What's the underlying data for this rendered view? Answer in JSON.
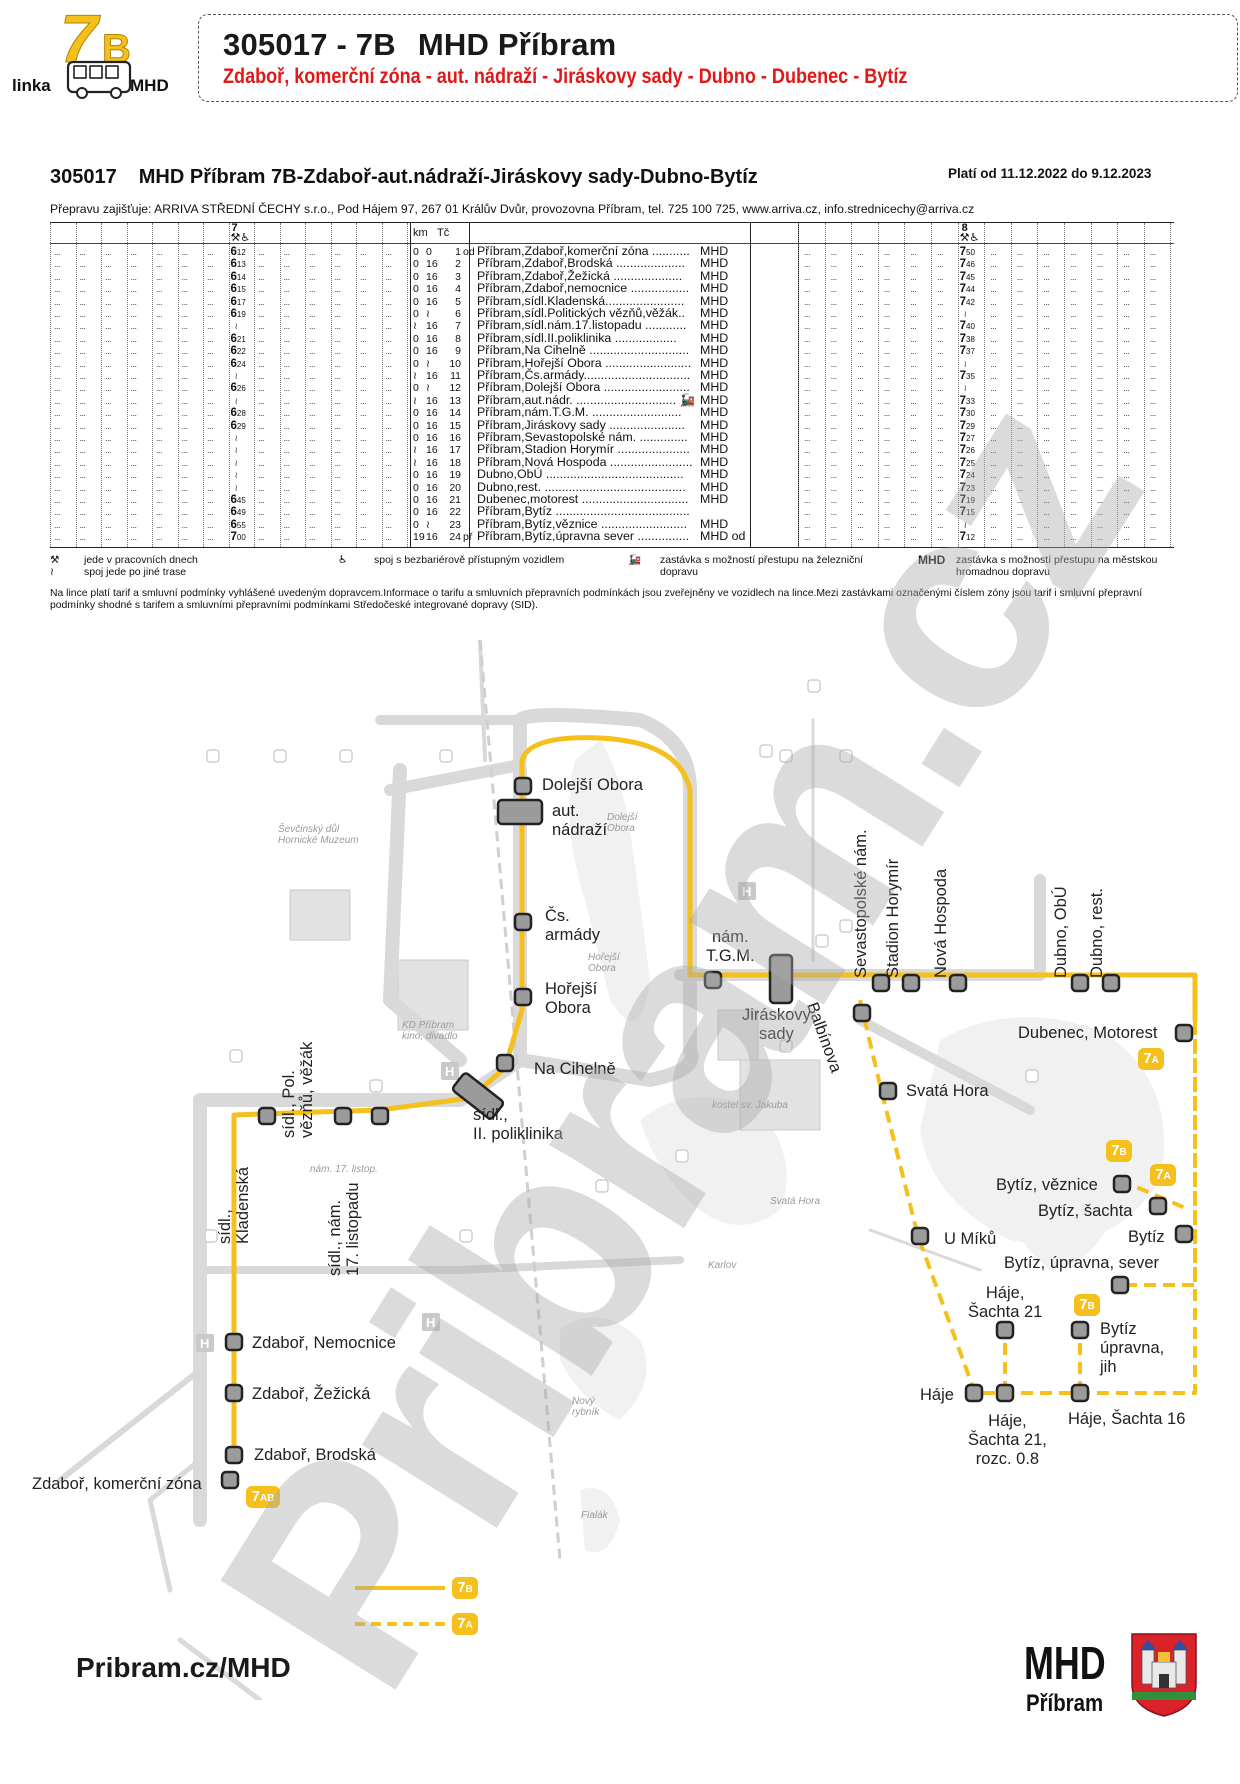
{
  "logo": {
    "line_number": "7B",
    "linka": "linka",
    "mhd": "MHD"
  },
  "header": {
    "title_code": "305017 - 7B",
    "title_name": "MHD Příbram",
    "route": "Zdaboř, komerční zóna - aut. nádraží - Jiráskovy sady - Dubno - Dubenec - Bytíz"
  },
  "timetable": {
    "code": "305017",
    "title": "MHD Příbram 7B-Zdaboř-aut.nádraží-Jiráskovy sady-Dubno-Bytíz",
    "validity": "Platí od 11.12.2022 do 9.12.2023",
    "carrier": "Přepravu zajišťuje:  ARRIVA STŘEDNÍ ČECHY s.r.o., Pod Hájem 97, 267 01 Králův Dvůr, provozovna Příbram, tel. 725 100 725, www.arriva.cz, info.strednicechy@arriva.cz",
    "col_km": "km",
    "col_tc": "Tč",
    "trip_left_number": "7",
    "trip_right_number": "8",
    "trip_symbols": "⚒♿",
    "dots": "...",
    "left_hours": "6",
    "right_hours": "7",
    "stops": [
      {
        "km": "0",
        "z": "0",
        "tc": "1",
        "flag": "od",
        "name": "Příbram,Zdaboř,komerční zóna ...........",
        "mhd": "MHD",
        "t1": "6",
        "m1": "12",
        "t2": "7",
        "m2": "50"
      },
      {
        "km": "0",
        "z": "16",
        "tc": "2",
        "flag": "",
        "name": "Příbram,Zdaboř,Brodská ....................",
        "mhd": "MHD",
        "t1": "6",
        "m1": "13",
        "t2": "7",
        "m2": "46"
      },
      {
        "km": "0",
        "z": "16",
        "tc": "3",
        "flag": "",
        "name": "Příbram,Zdaboř,Žežická ....................",
        "mhd": "MHD",
        "t1": "6",
        "m1": "14",
        "t2": "7",
        "m2": "45"
      },
      {
        "km": "0",
        "z": "16",
        "tc": "4",
        "flag": "",
        "name": "Příbram,Zdaboř,nemocnice .................",
        "mhd": "MHD",
        "t1": "6",
        "m1": "15",
        "t2": "7",
        "m2": "44"
      },
      {
        "km": "0",
        "z": "16",
        "tc": "5",
        "flag": "",
        "name": "Příbram,sídl.Kladenská.......................",
        "mhd": "MHD",
        "t1": "6",
        "m1": "17",
        "t2": "7",
        "m2": "42"
      },
      {
        "km": "0",
        "z": "",
        "tc": "6",
        "flag": "",
        "name": "Příbram,sídl.Politických vězňů,věžák..",
        "mhd": "MHD",
        "t1": "6",
        "m1": "19",
        "t2": "",
        "m2": ""
      },
      {
        "km": "",
        "z": "16",
        "tc": "7",
        "flag": "",
        "name": "Příbram,sídl.nám.17.listopadu ............",
        "mhd": "MHD",
        "t1": "",
        "m1": "",
        "t2": "7",
        "m2": "40"
      },
      {
        "km": "0",
        "z": "16",
        "tc": "8",
        "flag": "",
        "name": "Příbram,sídl.II.poliklinika ..................",
        "mhd": "MHD",
        "t1": "6",
        "m1": "21",
        "t2": "7",
        "m2": "38"
      },
      {
        "km": "0",
        "z": "16",
        "tc": "9",
        "flag": "",
        "name": "Příbram,Na Cihelně .............................",
        "mhd": "MHD",
        "t1": "6",
        "m1": "22",
        "t2": "7",
        "m2": "37"
      },
      {
        "km": "0",
        "z": "",
        "tc": "10",
        "flag": "",
        "name": "Příbram,Hořejší Obora .........................",
        "mhd": "MHD",
        "t1": "6",
        "m1": "24",
        "t2": "",
        "m2": ""
      },
      {
        "km": "",
        "z": "16",
        "tc": "11",
        "flag": "",
        "name": "Příbram,Čs.armády...............................",
        "mhd": "MHD",
        "t1": "",
        "m1": "",
        "t2": "7",
        "m2": "35"
      },
      {
        "km": "0",
        "z": "",
        "tc": "12",
        "flag": "",
        "name": "Příbram,Dolejší Obora .........................",
        "mhd": "MHD",
        "t1": "6",
        "m1": "26",
        "t2": "",
        "m2": ""
      },
      {
        "km": "",
        "z": "16",
        "tc": "13",
        "flag": "",
        "name": "Příbram,aut.nádr. ............................. 🚂",
        "mhd": "MHD",
        "t1": "",
        "m1": "",
        "t2": "7",
        "m2": "33"
      },
      {
        "km": "0",
        "z": "16",
        "tc": "14",
        "flag": "",
        "name": "Příbram,nám.T.G.M. ..........................",
        "mhd": "MHD",
        "t1": "6",
        "m1": "28",
        "t2": "7",
        "m2": "30"
      },
      {
        "km": "0",
        "z": "16",
        "tc": "15",
        "flag": "",
        "name": "Příbram,Jiráskovy sady ......................",
        "mhd": "MHD",
        "t1": "6",
        "m1": "29",
        "t2": "7",
        "m2": "29"
      },
      {
        "km": "0",
        "z": "16",
        "tc": "16",
        "flag": "",
        "name": "Příbram,Sevastopolské nám. ..............",
        "mhd": "MHD",
        "t1": "",
        "m1": "",
        "t2": "7",
        "m2": "27"
      },
      {
        "km": "",
        "z": "16",
        "tc": "17",
        "flag": "",
        "name": "Příbram,Stadion Horymír .....................",
        "mhd": "MHD",
        "t1": "",
        "m1": "",
        "t2": "7",
        "m2": "26"
      },
      {
        "km": "",
        "z": "16",
        "tc": "18",
        "flag": "",
        "name": "Příbram,Nová Hospoda ........................",
        "mhd": "MHD",
        "t1": "",
        "m1": "",
        "t2": "7",
        "m2": "25"
      },
      {
        "km": "0",
        "z": "16",
        "tc": "19",
        "flag": "",
        "name": "Dubno,ObÚ ........................................",
        "mhd": "MHD",
        "t1": "",
        "m1": "",
        "t2": "7",
        "m2": "24"
      },
      {
        "km": "0",
        "z": "16",
        "tc": "20",
        "flag": "",
        "name": "Dubno,rest. .........................................",
        "mhd": "MHD",
        "t1": "",
        "m1": "",
        "t2": "7",
        "m2": "23"
      },
      {
        "km": "0",
        "z": "16",
        "tc": "21",
        "flag": "",
        "name": "Dubenec,motorest ...............................",
        "mhd": "MHD",
        "t1": "6",
        "m1": "45",
        "t2": "7",
        "m2": "19"
      },
      {
        "km": "0",
        "z": "16",
        "tc": "22",
        "flag": "",
        "name": "Příbram,Bytíz .......................................",
        "mhd": "",
        "t1": "6",
        "m1": "49",
        "t2": "7",
        "m2": "15"
      },
      {
        "km": "0",
        "z": "",
        "tc": "23",
        "flag": "",
        "name": "Příbram,Bytíz,věznice .........................",
        "mhd": "MHD",
        "t1": "6",
        "m1": "55",
        "t2": "",
        "m2": ""
      },
      {
        "km": "19",
        "z": "16",
        "tc": "24",
        "flag": "př",
        "name": "Příbram,Bytíz,úpravna sever ...............",
        "mhd": "MHD od",
        "t1": "7",
        "m1": "00",
        "t2": "7",
        "m2": "12"
      }
    ]
  },
  "legend": {
    "hammers": "jede v pracovních dnech",
    "wavy": "spoj jede po jiné trase",
    "wheelchair": "spoj s bezbariérově přístupným vozidlem",
    "train_sym": "🚂",
    "train": "zastávka s možností přestupu na železniční dopravu",
    "mhd_sym": "MHD",
    "mhd": "zastávka s možností přestupu na městskou hromadnou dopravu",
    "note": "Na lince platí tarif a smluvní podmínky vyhlášené uvedeným dopravcem.Informace o tarifu a smluvních přepravních podmínkách jsou zveřejněny ve vozidlech na lince.Mezi zastávkami označenými číslem zóny jsou tarif i smluvní přepravní podmínky shodné s tarifem a smluvními přepravními podmínkami Středočeské integrované dopravy (SID)."
  },
  "map": {
    "stops": {
      "dolejsi_obora": "Dolejší Obora",
      "aut_nadrazi": "aut.\nnádraží",
      "cs_armady": "Čs.\narmády",
      "horejsi_obora": "Hořejší\nObora",
      "na_cihelne": "Na Cihelně",
      "poliklinika": "sídl.,\nII. poliklinika",
      "pol_veznu": "sídl., Pol.\nvězňů, věžák",
      "kladenska": "sídl.,\nKladenská",
      "nam17": "sídl., nám.\n17. listopadu",
      "zdabor_nemocnice": "Zdaboř, Nemocnice",
      "zdabor_zezicka": "Zdaboř, Žežická",
      "zdabor_brodska": "Zdaboř, Brodská",
      "zdabor_komercni": "Zdaboř, komerční zóna",
      "nam_tgm": "nám.\nT.G.M.",
      "jiraskovy_sady": "Jiráskovy\nsady",
      "balbinova": "Balbínova",
      "sevastopolske": "Sevastopolské nám.",
      "stadion": "Stadion Horymír",
      "nova_hospoda": "Nová Hospoda",
      "dubno_obu": "Dubno, ObÚ",
      "dubno_rest": "Dubno, rest.",
      "dubenec": "Dubenec, Motorest",
      "svata_hora": "Svatá Hora",
      "bytiz_veznice": "Bytíz, věznice",
      "bytiz_sachta": "Bytíz, šachta",
      "bytiz": "Bytíz",
      "u_miku": "U Míků",
      "upravna_sever": "Bytíz, úpravna, sever",
      "haje_sachta21": "Háje,\nŠachta 21",
      "bytiz_upravna_jih": "Bytíz\núpravna,\njih",
      "haje": "Háje",
      "haje_rozc": "Háje,\nŠachta 21,\nrozc. 0.8",
      "haje_sachta16": "Háje, Šachta 16"
    },
    "landmarks": {
      "sevcinsky": "Ševčinský důl\nHornické Muzeum",
      "horejsi_obora_small": "Hořejší\nObora",
      "dolejsi_obora_small": "Dolejší\nObora",
      "kd_pribram": "KD Příbram\nkino, divadlo",
      "kostel": "kostel sv. Jakuba",
      "nam17_small": "nám. 17. listop.",
      "svata_hora_small": "Svatá Hora",
      "karlov": "Karlov",
      "novy_rybnik": "Nový\nrybník",
      "fialak": "Fialák"
    },
    "hospital_sign": "H",
    "badges": {
      "b7a": "7A",
      "b7b": "7B",
      "b7ab": "7AB"
    },
    "legend_7b": "7B",
    "legend_7a": "7A",
    "colors": {
      "route": "#f5bf1c",
      "road": "#d6d6d6",
      "stop_fill": "#9b9b9b",
      "stop_border": "#222222"
    }
  },
  "footer": {
    "url": "Pribram.cz/MHD",
    "mhd": "MHD",
    "city": "Příbram"
  },
  "watermark": "Pribram.cz"
}
